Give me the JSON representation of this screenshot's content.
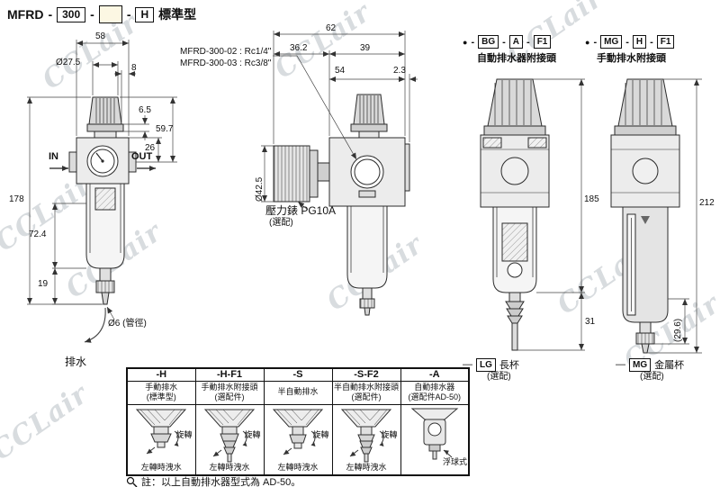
{
  "page": {
    "watermark": "CCLair"
  },
  "header": {
    "model": "MFRD",
    "sep": "-",
    "size_code": "300",
    "blank_code": "",
    "type_code": "H",
    "type_label": "標準型"
  },
  "front_view": {
    "dim_width": "58",
    "dim_knob_dia": "Ø27.5",
    "dim_offset": "8",
    "dim_ring_h": "6.5",
    "dim_knob_to_port": "59.7",
    "dim_body_to_port": "26",
    "dim_total_h": "178",
    "dim_bowl_h": "72.4",
    "dim_drain_h": "19",
    "dim_pipe_dia": "Ø6 (管徑)",
    "label_in": "IN",
    "label_out": "OUT",
    "label_drain": "排水"
  },
  "side_view": {
    "dim_depth": "62",
    "dim_gauge_depth": "36.2",
    "dim_body_depth": "39",
    "dim_port_depth": "54",
    "dim_edge": "2.3",
    "dim_gauge_dia": "Ø42.5",
    "port_note_1": "MFRD-300-02 : Rc1/4\"",
    "port_note_2": "MFRD-300-03 : Rc3/8\"",
    "gauge_note_1": "壓力錶 PG10A",
    "gauge_note_2": "(選配)"
  },
  "variant_bg": {
    "bullet": "●",
    "sep": "-",
    "code_1": "BG",
    "code_2": "A",
    "code_3": "F1",
    "subtitle": "自動排水器附接頭",
    "dim_upper_h": "185",
    "dim_lower_h": "31",
    "option_dash": "—",
    "option_code": "LG",
    "option_label": "長杯",
    "option_note": "(選配)"
  },
  "variant_mg": {
    "bullet": "●",
    "sep": "-",
    "code_1": "MG",
    "code_2": "H",
    "code_3": "F1",
    "subtitle": "手動排水附接頭",
    "dim_total_h": "212",
    "dim_bowl_bottom": "(29.6)",
    "option_dash": "—",
    "option_code": "MG",
    "option_label": "金屬杯",
    "option_note": "(選配)"
  },
  "drain_table": {
    "columns": [
      {
        "code": "-H",
        "desc_1": "手動排水",
        "desc_2": "(標準型)",
        "action": "旋轉",
        "caption": "左轉時洩水"
      },
      {
        "code": "-H-F1",
        "desc_1": "手動排水附接頭",
        "desc_2": "(選配件)",
        "action": "旋轉",
        "caption": "左轉時洩水"
      },
      {
        "code": "-S",
        "desc_1": "半自動排水",
        "desc_2": "",
        "action": "旋轉",
        "caption": "左轉時洩水"
      },
      {
        "code": "-S-F2",
        "desc_1": "半自動排水附接頭",
        "desc_2": "(選配件)",
        "action": "旋轉",
        "caption": "左轉時洩水"
      },
      {
        "code": "-A",
        "desc_1": "自動排水器",
        "desc_2": "(選配件AD-50)",
        "action": "",
        "caption": "浮球式"
      }
    ]
  },
  "footnote": {
    "text": "註：以上自動排水器型式為 AD-50。"
  }
}
